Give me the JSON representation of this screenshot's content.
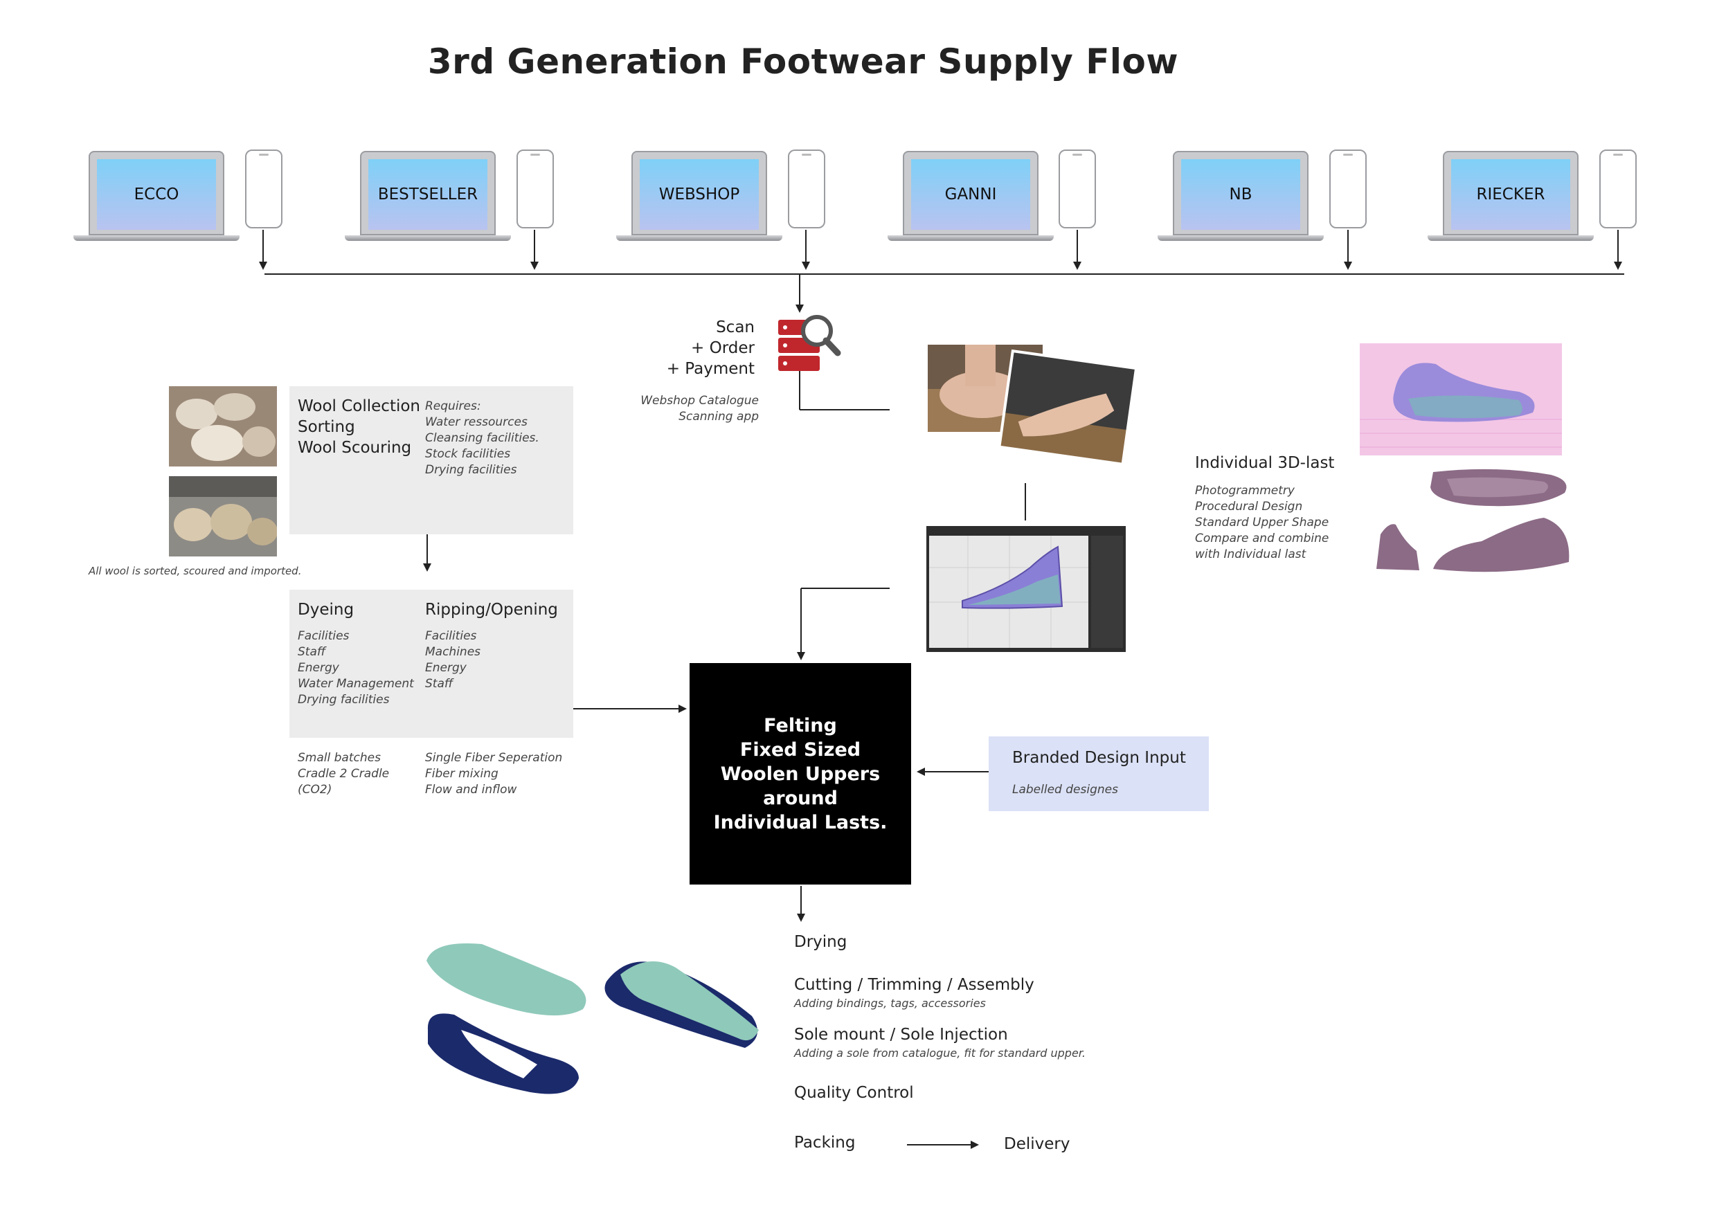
{
  "title": "3rd Generation Footwear Supply Flow",
  "brands": [
    "ECCO",
    "BESTSELLER",
    "WEBSHOP",
    "GANNI",
    "NB",
    "RIECKER"
  ],
  "scan": {
    "line1": "Scan",
    "line2": "+ Order",
    "line3": "+ Payment",
    "note1": "Webshop Catalogue",
    "note2": "Scanning app",
    "icon": "server-search-icon"
  },
  "wool": {
    "headings": [
      "Wool Collection",
      "Sorting",
      "Wool Scouring"
    ],
    "requires": [
      "Requires:",
      "Water ressources",
      "Cleansing facilities.",
      "Stock facilities",
      "Drying facilities"
    ],
    "caption": "All wool is sorted, scoured and imported."
  },
  "dyeing": {
    "title": "Dyeing",
    "items": [
      "Facilities",
      "Staff",
      "Energy",
      "Water Management",
      "Drying facilities"
    ],
    "notes": [
      "Small batches",
      "Cradle 2 Cradle",
      "(CO2)"
    ]
  },
  "ripping": {
    "title": "Ripping/Opening",
    "items": [
      "Facilities",
      "Machines",
      "Energy",
      "Staff"
    ],
    "notes": [
      "Single Fiber Seperation",
      "Fiber mixing",
      "Flow and inflow"
    ]
  },
  "felting": {
    "text": "Felting\nFixed Sized\nWoolen Uppers\naround\nIndividual Lasts."
  },
  "branded": {
    "title": "Branded Design Input",
    "sub": "Labelled designes"
  },
  "last3d": {
    "title": "Individual 3D-last",
    "items": [
      "Photogrammetry",
      "Procedural Design",
      "Standard Upper Shape",
      "Compare and combine",
      "with Individual last"
    ]
  },
  "steps": {
    "drying": "Drying",
    "cutting": "Cutting / Trimming / Assembly",
    "cutting_sub": "Adding bindings, tags, accessories",
    "sole": "Sole mount / Sole Injection",
    "sole_sub": "Adding a sole from catalogue, fit for standard upper.",
    "qc": "Quality Control",
    "packing": "Packing",
    "delivery": "Delivery"
  },
  "colors": {
    "screen_top": "#7fd0f7",
    "screen_bottom": "#b9c3f0",
    "grey_box": "#ececec",
    "black_box": "#000000",
    "brand_box": "#dbe1f6",
    "icon_red": "#c0272d",
    "felt_green": "#8fc9ba",
    "sole_navy": "#1b2a6b",
    "last_pink": "#f3c6e6",
    "last_mauve": "#8c6b86"
  }
}
